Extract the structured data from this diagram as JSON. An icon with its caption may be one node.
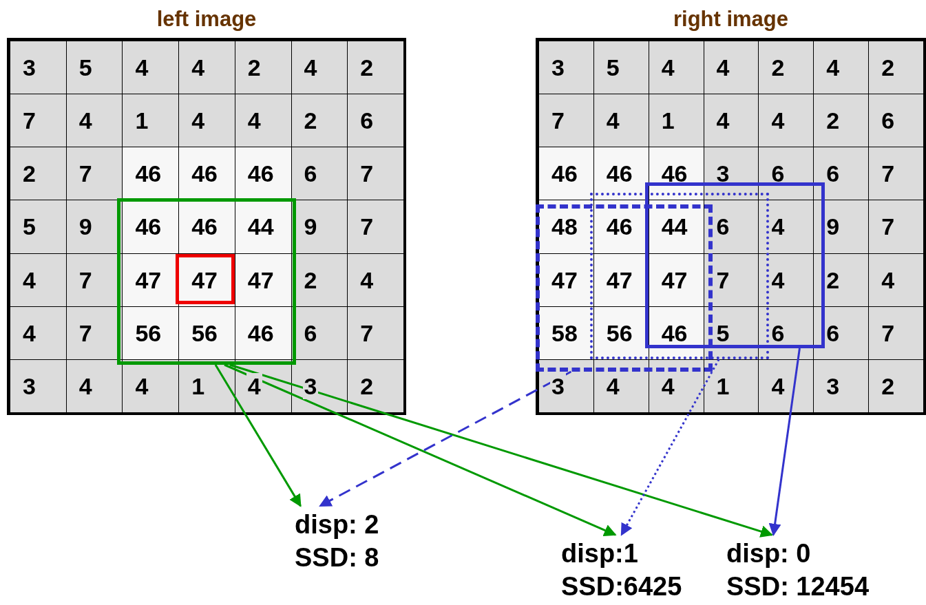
{
  "diagram": {
    "nodes": [
      {
        "text": [
          "left image"
        ]
      },
      {
        "text": [],
        "shape": "box",
        "in": 0
      },
      {
        "text": [],
        "shape": "box",
        "in": 1
      },
      {
        "text": [
          "right image"
        ]
      },
      {
        "text": [],
        "shape": "box",
        "in": 3
      },
      {
        "text": [],
        "shape": "box",
        "in": 3
      },
      {
        "text": [],
        "shape": "box",
        "in": 3
      },
      {
        "text": [
          "disp: 2",
          "SSD: 8"
        ]
      },
      {
        "text": [
          "disp:1",
          "SSD:6425"
        ]
      },
      {
        "text": [
          "disp: 0",
          "SSD: 12454"
        ]
      }
    ],
    "edges": [
      {
        "from": 1,
        "to": 7,
        "arrow": "to",
        "color": "#009900"
      },
      {
        "from": 1,
        "to": 8,
        "arrow": "to",
        "color": "#009900"
      },
      {
        "from": 1,
        "to": 9,
        "arrow": "to",
        "color": "#009900"
      },
      {
        "from": 4,
        "to": 7,
        "arrow": "to",
        "style": "dashed",
        "color": "#3333cc"
      },
      {
        "from": 5,
        "to": 8,
        "arrow": "to",
        "style": "dashed",
        "color": "#3333cc"
      },
      {
        "from": 6,
        "to": 9,
        "arrow": "to",
        "color": "#3333cc"
      }
    ],
    "labels": [
      "3",
      "5",
      "4",
      "4",
      "2",
      "4",
      "2",
      "7",
      "4",
      "1",
      "4",
      "4",
      "2",
      "6",
      "2",
      "7",
      "46",
      "46",
      "46",
      "6",
      "7",
      "5",
      "9",
      "46",
      "46",
      "44",
      "9",
      "7",
      "4",
      "7",
      "47",
      "47",
      "47",
      "2",
      "4",
      "4",
      "7",
      "56",
      "56",
      "46",
      "6",
      "7",
      "3",
      "4",
      "4",
      "1",
      "4",
      "3",
      "2",
      "3",
      "5",
      "4",
      "4",
      "2",
      "4",
      "2",
      "7",
      "4",
      "1",
      "4",
      "4",
      "2",
      "6",
      "46",
      "46",
      "46",
      "3",
      "6",
      "6",
      "7",
      "48",
      "46",
      "44",
      "6",
      "4",
      "9",
      "7",
      "47",
      "47",
      "47",
      "7",
      "4",
      "2",
      "4",
      "58",
      "56",
      "46",
      "5",
      "6",
      "6",
      "7",
      "3",
      "4",
      "4",
      "1",
      "4",
      "3",
      "2"
    ]
  }
}
